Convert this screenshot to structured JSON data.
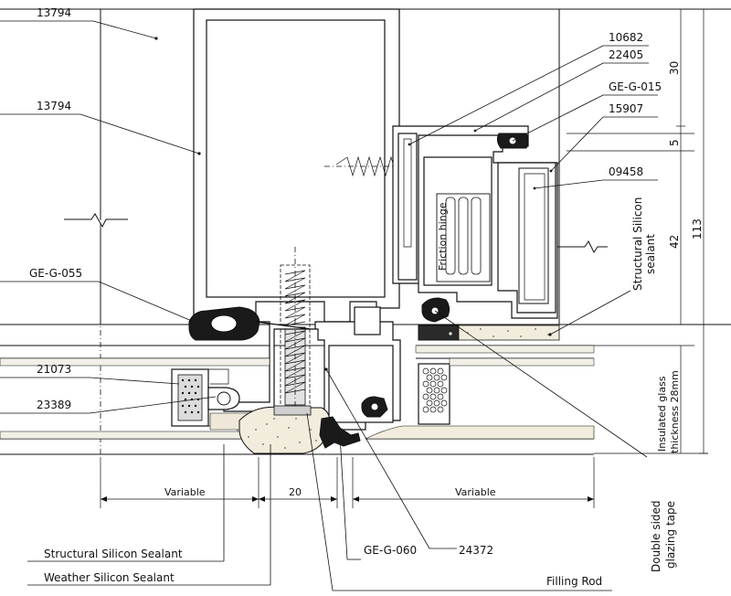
{
  "labels": {
    "top_left": "13794",
    "left_profile": "13794",
    "gasket_left": "GE-G-055",
    "part_21073": "21073",
    "part_23389": "23389",
    "right_10682": "10682",
    "right_22405": "22405",
    "right_gegg015": "GE-G-015",
    "right_15907": "15907",
    "right_09458": "09458",
    "friction_hinge": "Friction hinge",
    "structural_silicon_right": "Structural Silicon sealant",
    "structural_silicon_bottom": "Structural Silicon Sealant",
    "weather_silicon": "Weather Silicon Sealant",
    "ge_g_060": "GE-G-060",
    "part_24372": "24372",
    "filling_rod": "Filling Rod",
    "double_sided_tape": "Double sided glazing tape",
    "insulated_glass": "Insulated glass thickness 28mm"
  },
  "dimensions": {
    "bottom_left": "Variable",
    "bottom_mid": "20",
    "bottom_right": "Variable",
    "right_30": "30",
    "right_5": "5",
    "right_42": "42",
    "right_113": "113"
  }
}
